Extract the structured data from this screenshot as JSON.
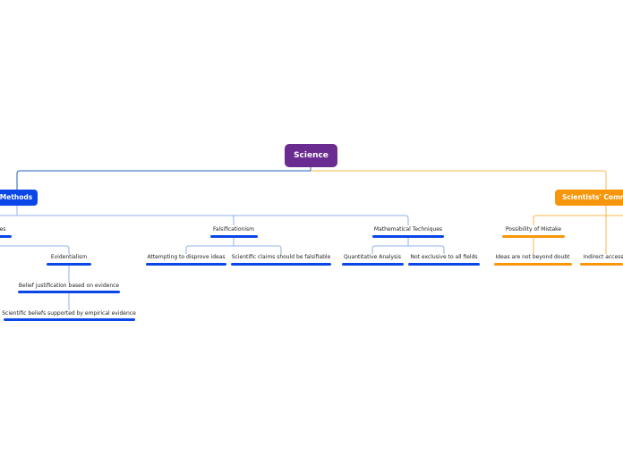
{
  "colors": {
    "root": "#6a2c91",
    "methods": "#0a46e8",
    "community": "#f7960a",
    "methods_line": "#1f5fb8",
    "methods_line_light": "#8fb0e8",
    "community_line": "#f7b84a"
  },
  "root": {
    "label": "Science"
  },
  "branches": {
    "methods": {
      "label": "Methods"
    },
    "community": {
      "label": "Scientists' Comm"
    }
  },
  "methods_nodes": {
    "cut_left": "es",
    "falsificationism": "Falsificationism",
    "mathematical": "Mathematical Techniques",
    "evidentialism": "Evidentialism",
    "attempting": "Attempting to disprove ideas",
    "falsifiable": "Scientific claims should be falsifiable",
    "quantitative": "Quantitative Analysis",
    "not_exclusive": "Not exclusive to all fields",
    "belief": "Belief justification based on evidence",
    "empirical": "Scientific beliefs supported by empirical evidence"
  },
  "community_nodes": {
    "mistake": "Possibility of Mistake",
    "doubt": "Ideas are not beyond doubt",
    "indirect": "Indirect access"
  }
}
